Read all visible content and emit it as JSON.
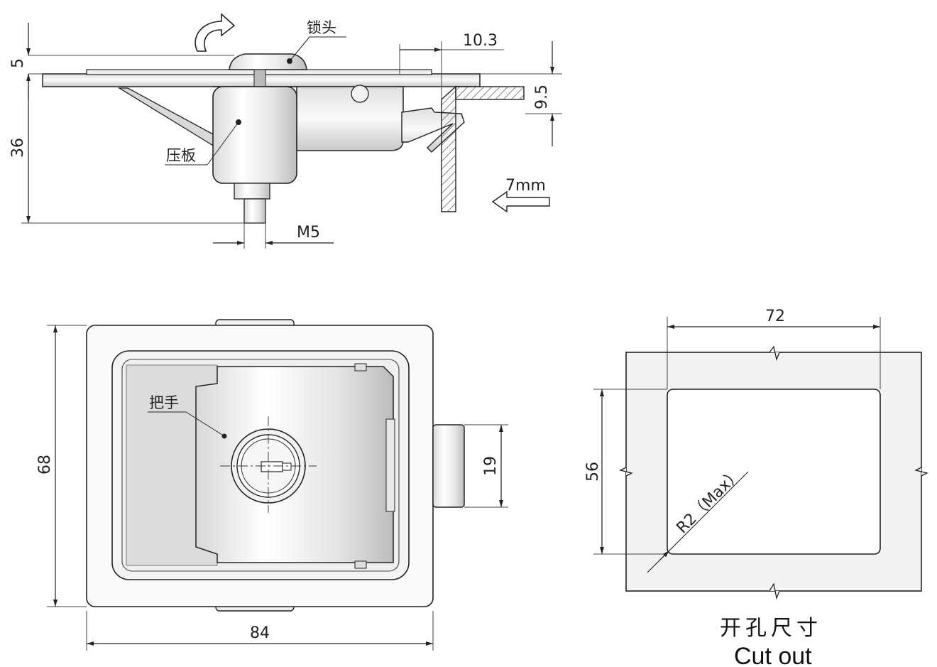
{
  "side_view": {
    "dim_5": "5",
    "dim_10_3": "10.3",
    "dim_9_5": "9.5",
    "dim_36": "36",
    "dim_m5": "M5",
    "dim_7mm": "7mm",
    "label_lock_head": "锁头",
    "label_pressure_plate": "压板"
  },
  "front_view": {
    "dim_68": "68",
    "dim_84": "84",
    "dim_19": "19",
    "label_handle": "把手"
  },
  "cutout_view": {
    "dim_72": "72",
    "dim_56": "56",
    "radius_label": "R2（Max）",
    "title_cn": "开孔尺寸",
    "title_en": "Cut out"
  }
}
